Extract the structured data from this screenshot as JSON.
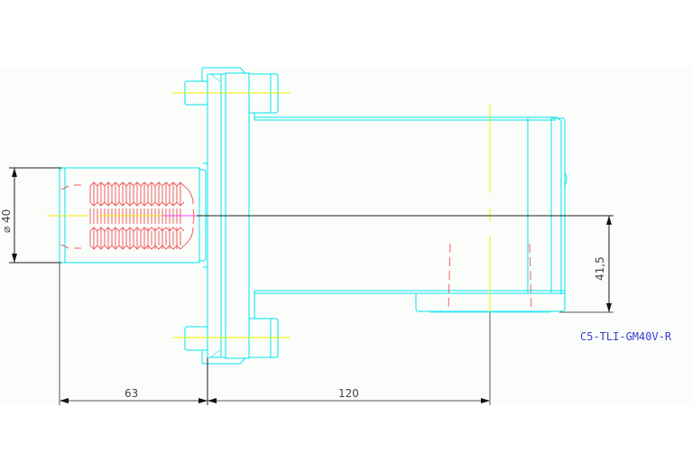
{
  "drawing": {
    "background": "#fbfdfb",
    "page_background": "#ffffff",
    "part_label": "C5-TLI-GM40V-R",
    "colors": {
      "outline": "#00e5ee",
      "centerline": "#f2ee00",
      "hidden_thread": "#f06060",
      "dimension": "#1e1e1e",
      "label": "#3b3bd6"
    },
    "dimensions": {
      "diameter": "⌀ 40",
      "height_offset": "41,5",
      "length_left": "63",
      "length_right": "120"
    }
  }
}
